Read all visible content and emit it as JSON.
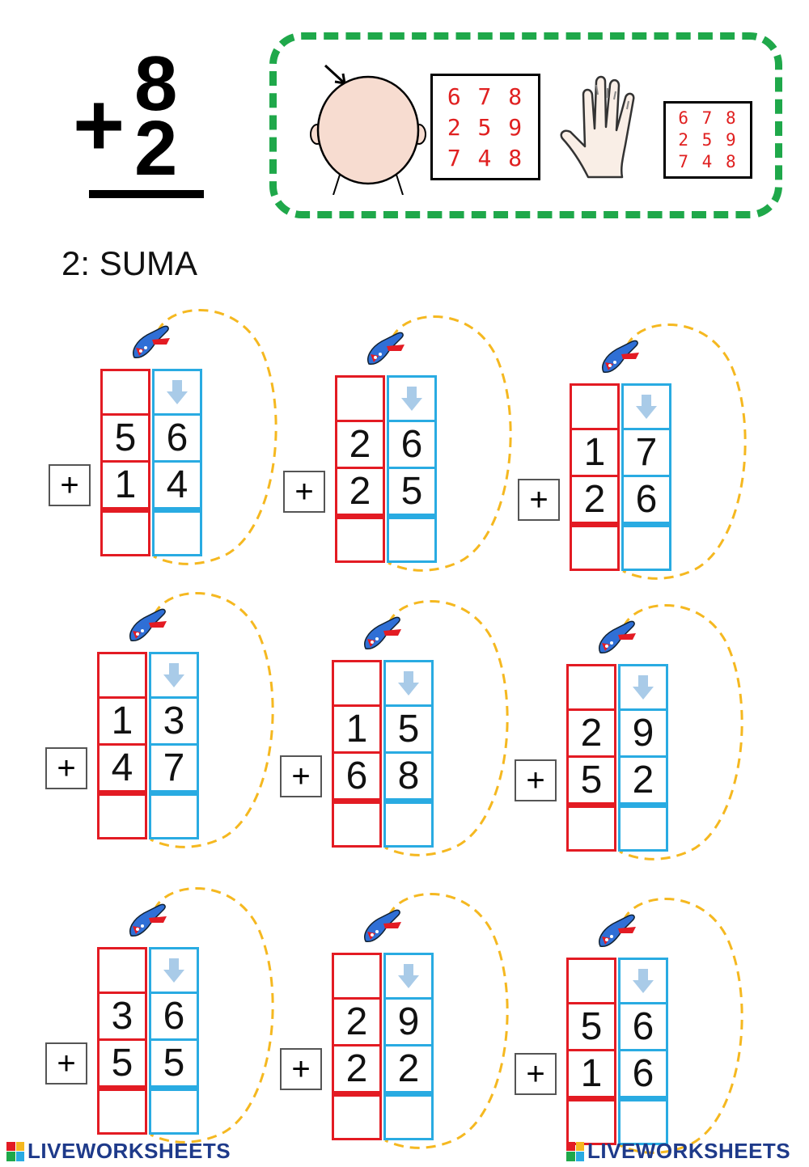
{
  "header": {
    "operator": "+",
    "top_digit": "8",
    "bottom_digit": "2"
  },
  "tip_box": {
    "memo_rows": [
      "678",
      "259",
      "748"
    ],
    "icons": [
      "head-icon",
      "arrow-icon",
      "hand-icon"
    ],
    "accent_color": "#1fa84a"
  },
  "section_title": "2: SUMA",
  "operator_label": "+",
  "colors": {
    "tens": "#e31b23",
    "ones": "#29abe2",
    "orbit": "#f5b820",
    "hint_arrow": "#a9cbe8"
  },
  "problems": [
    {
      "top": [
        "5",
        "6"
      ],
      "bottom": [
        "1",
        "4"
      ]
    },
    {
      "top": [
        "2",
        "6"
      ],
      "bottom": [
        "2",
        "5"
      ]
    },
    {
      "top": [
        "1",
        "7"
      ],
      "bottom": [
        "2",
        "6"
      ]
    },
    {
      "top": [
        "1",
        "3"
      ],
      "bottom": [
        "4",
        "7"
      ]
    },
    {
      "top": [
        "1",
        "5"
      ],
      "bottom": [
        "6",
        "8"
      ]
    },
    {
      "top": [
        "2",
        "9"
      ],
      "bottom": [
        "5",
        "2"
      ]
    },
    {
      "top": [
        "3",
        "6"
      ],
      "bottom": [
        "5",
        "5"
      ]
    },
    {
      "top": [
        "2",
        "9"
      ],
      "bottom": [
        "2",
        "2"
      ]
    },
    {
      "top": [
        "5",
        "6"
      ],
      "bottom": [
        "1",
        "6"
      ]
    }
  ],
  "footer": {
    "brand": "LIVEWORKSHEETS"
  }
}
